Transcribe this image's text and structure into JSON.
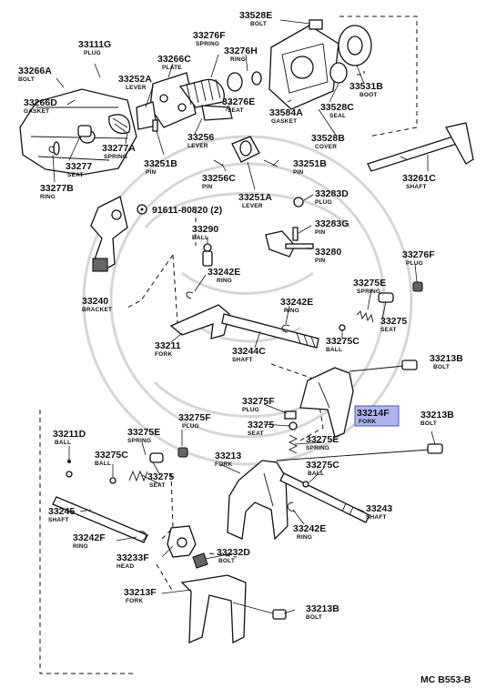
{
  "diagram_code": "MC B553-B",
  "highlight_color": "#aeb4f0",
  "parts": [
    {
      "id": "p33528E",
      "number": "33528E",
      "name": "BOLT"
    },
    {
      "id": "p33111G",
      "number": "33111G",
      "name": "PLUG"
    },
    {
      "id": "p33276F",
      "number": "33276F",
      "name": "SPRING"
    },
    {
      "id": "p33276H",
      "number": "33276H",
      "name": "RING"
    },
    {
      "id": "p33266A",
      "number": "33266A",
      "name": "BOLT"
    },
    {
      "id": "p33266C",
      "number": "33266C",
      "name": "PLATE"
    },
    {
      "id": "p33252A",
      "number": "33252A",
      "name": "LEVER"
    },
    {
      "id": "p33531B",
      "number": "33531B",
      "name": "BOOT"
    },
    {
      "id": "p33266D",
      "number": "33266D",
      "name": "GASKET"
    },
    {
      "id": "p33276E",
      "number": "33276E",
      "name": "SEAT"
    },
    {
      "id": "p33584A",
      "number": "33584A",
      "name": "GASKET"
    },
    {
      "id": "p33528C",
      "number": "33528C",
      "name": "SEAL"
    },
    {
      "id": "p33256",
      "number": "33256",
      "name": "LEVER"
    },
    {
      "id": "p33528B",
      "number": "33528B",
      "name": "COVER"
    },
    {
      "id": "p33277A",
      "number": "33277A",
      "name": "SPRING"
    },
    {
      "id": "p33277",
      "number": "33277",
      "name": "SEAT"
    },
    {
      "id": "p33251B_a",
      "number": "33251B",
      "name": "PIN"
    },
    {
      "id": "p33251B_b",
      "number": "33251B",
      "name": "PIN"
    },
    {
      "id": "p33277B",
      "number": "33277B",
      "name": "RING"
    },
    {
      "id": "p33256C",
      "number": "33256C",
      "name": "PIN"
    },
    {
      "id": "p33261C",
      "number": "33261C",
      "name": "SHAFT"
    },
    {
      "id": "p33251A",
      "number": "33251A",
      "name": "LEVER"
    },
    {
      "id": "p91611",
      "number": "91611-80820 (2)",
      "name": ""
    },
    {
      "id": "p33283D",
      "number": "33283D",
      "name": "PLUG"
    },
    {
      "id": "p33290",
      "number": "33290",
      "name": "BALL"
    },
    {
      "id": "p33283G",
      "number": "33283G",
      "name": "PIN"
    },
    {
      "id": "p33280",
      "number": "33280",
      "name": "PIN"
    },
    {
      "id": "p33276F_plug",
      "number": "33276F",
      "name": "PLUG"
    },
    {
      "id": "p33242E_a",
      "number": "33242E",
      "name": "RING"
    },
    {
      "id": "p33240",
      "number": "33240",
      "name": "BRACKET"
    },
    {
      "id": "p33275E_a",
      "number": "33275E",
      "name": "SPRING"
    },
    {
      "id": "p33242E_b",
      "number": "33242E",
      "name": "RING"
    },
    {
      "id": "p33275_a",
      "number": "33275",
      "name": "SEAT"
    },
    {
      "id": "p33275C_a",
      "number": "33275C",
      "name": "BALL"
    },
    {
      "id": "p33211",
      "number": "33211",
      "name": "FORK"
    },
    {
      "id": "p33244C",
      "number": "33244C",
      "name": "SHAFT"
    },
    {
      "id": "p33213B_a",
      "number": "33213B",
      "name": "BOLT"
    },
    {
      "id": "p33275F",
      "number": "33275F",
      "name": "PLUG"
    },
    {
      "id": "p33214F",
      "number": "33214F",
      "name": "FORK",
      "highlighted": true
    },
    {
      "id": "p33275_b",
      "number": "33275",
      "name": "SEAT"
    },
    {
      "id": "p33213B_b",
      "number": "33213B",
      "name": "BOLT"
    },
    {
      "id": "p33211D",
      "number": "33211D",
      "name": "BALL"
    },
    {
      "id": "p33275F_b",
      "number": "33275F",
      "name": "PLUG"
    },
    {
      "id": "p33275E_b",
      "number": "33275E",
      "name": "SPRING"
    },
    {
      "id": "p33275E_c",
      "number": "33275E",
      "name": "SPRING"
    },
    {
      "id": "p33275C_b",
      "number": "33275C",
      "name": "BALL"
    },
    {
      "id": "p33213",
      "number": "33213",
      "name": "FORK"
    },
    {
      "id": "p33275_c",
      "number": "33275",
      "name": "SEAT"
    },
    {
      "id": "p33275C_c",
      "number": "33275C",
      "name": "BALL"
    },
    {
      "id": "p33245",
      "number": "33245",
      "name": "SHAFT"
    },
    {
      "id": "p33243",
      "number": "33243",
      "name": "SHAFT"
    },
    {
      "id": "p33242F",
      "number": "33242F",
      "name": "RING"
    },
    {
      "id": "p33242E_c",
      "number": "33242E",
      "name": "RING"
    },
    {
      "id": "p33233F",
      "number": "33233F",
      "name": "HEAD"
    },
    {
      "id": "p33232D",
      "number": "33232D",
      "name": "BOLT"
    },
    {
      "id": "p33213F",
      "number": "33213F",
      "name": "FORK"
    },
    {
      "id": "p33213B_c",
      "number": "33213B",
      "name": "BOLT"
    }
  ]
}
